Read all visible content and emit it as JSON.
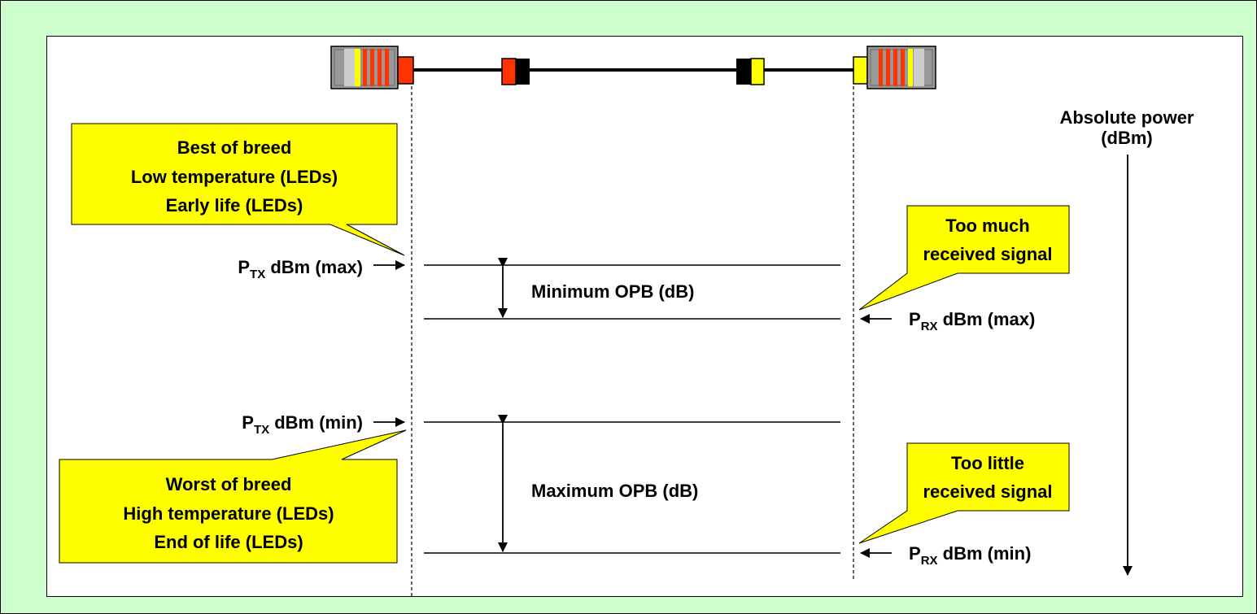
{
  "callouts": {
    "best": {
      "lines": [
        "Best of breed",
        "Low temperature (LEDs)",
        "Early life (LEDs)"
      ]
    },
    "worst": {
      "lines": [
        "Worst of breed",
        "High temperature (LEDs)",
        "End of life (LEDs)"
      ]
    },
    "too_much": {
      "lines": [
        "Too much",
        "received signal"
      ]
    },
    "too_little": {
      "lines": [
        "Too little",
        "received signal"
      ]
    }
  },
  "labels": {
    "ptx_max": {
      "p": "P",
      "sub": "TX",
      "rest": " dBm (max)"
    },
    "ptx_min": {
      "p": "P",
      "sub": "TX",
      "rest": " dBm (min)"
    },
    "prx_max": {
      "p": "P",
      "sub": "RX",
      "rest": " dBm (max)"
    },
    "prx_min": {
      "p": "P",
      "sub": "RX",
      "rest": " dBm (min)"
    },
    "min_opb": "Minimum OPB (dB)",
    "max_opb": "Maximum OPB (dB)",
    "abs_power_1": "Absolute power",
    "abs_power_2": "(dBm)"
  },
  "colors": {
    "background": "#ccffcc",
    "callout": "#ffff00",
    "connector_orange": "#ff3300",
    "connector_yellow": "#ffff00",
    "module_gray": "#999999"
  }
}
